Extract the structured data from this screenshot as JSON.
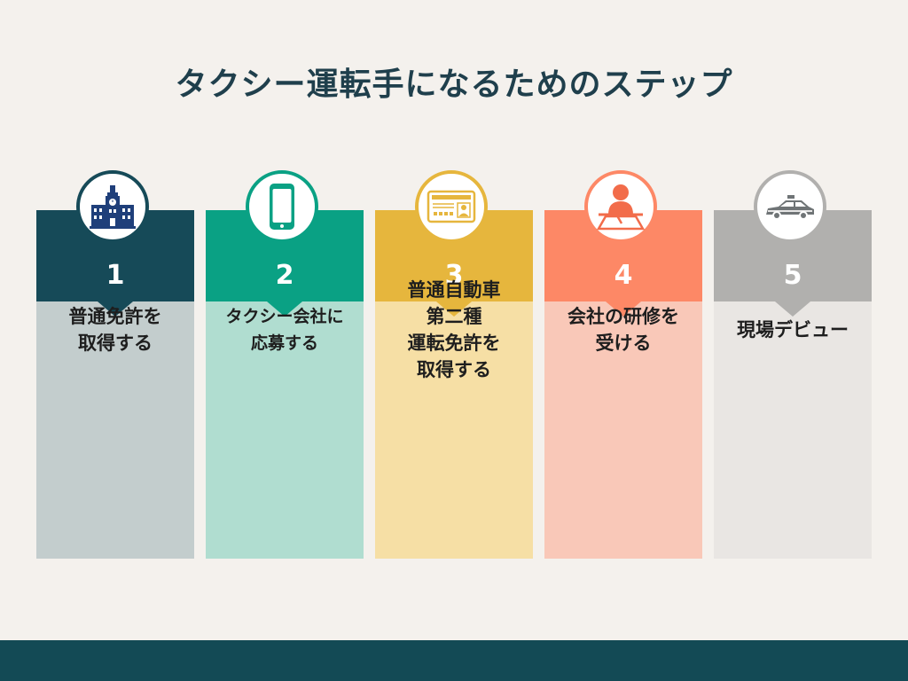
{
  "title": "タクシー運転手になるためのステップ",
  "steps": [
    {
      "number": "1",
      "label": "普通免許を\n取得する",
      "icon": "school-building-icon",
      "head_color": "#164a58",
      "body_color": "#c3cdcd"
    },
    {
      "number": "2",
      "label": "タクシー会社に\n応募する",
      "icon": "smartphone-icon",
      "head_color": "#0aa184",
      "body_color": "#b0ddd0"
    },
    {
      "number": "3",
      "label": "普通自動車\n第二種\n運転免許を\n取得する",
      "icon": "license-card-icon",
      "head_color": "#e6b63d",
      "body_color": "#f6dfa5"
    },
    {
      "number": "4",
      "label": "会社の研修を\n受ける",
      "icon": "trainee-at-desk-icon",
      "head_color": "#fd8866",
      "body_color": "#f9c8b8"
    },
    {
      "number": "5",
      "label": "現場デビュー",
      "icon": "taxi-icon",
      "head_color": "#b1b0ae",
      "body_color": "#e9e6e3"
    }
  ]
}
